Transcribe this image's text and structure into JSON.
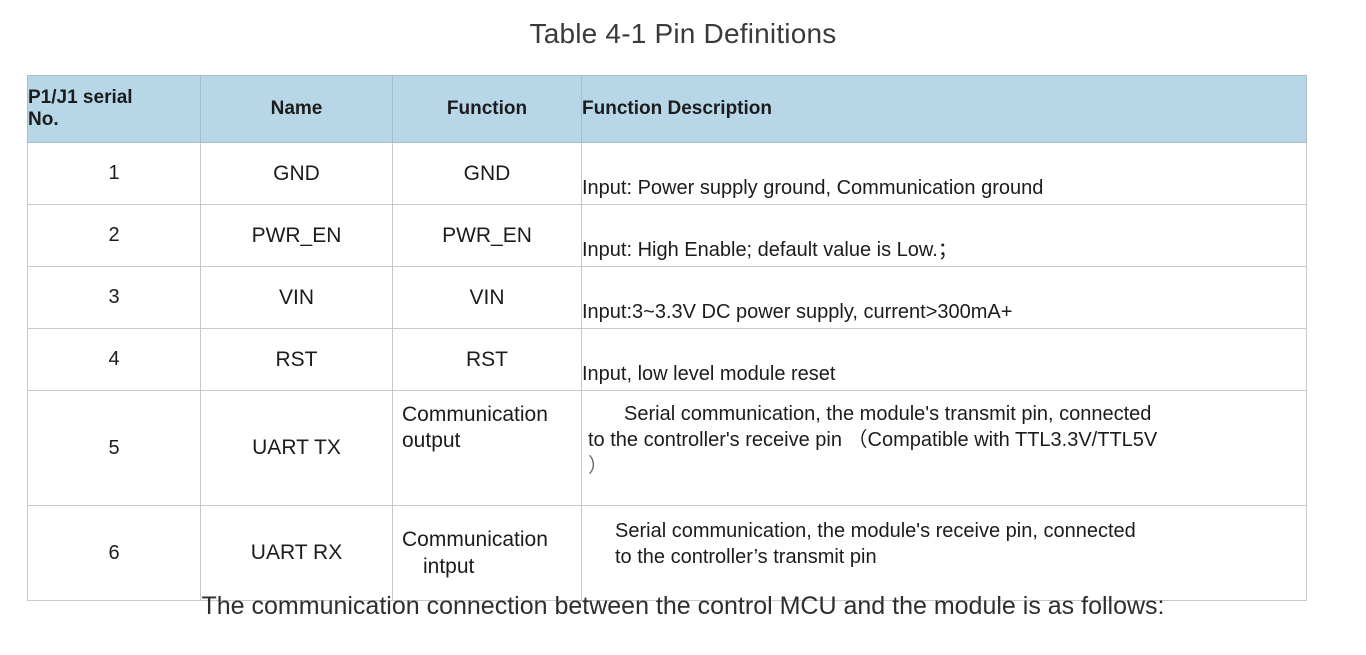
{
  "document": {
    "title": "Table 4-1 Pin Definitions",
    "caption": "The communication connection between the control MCU and the module is as follows:"
  },
  "table": {
    "headers": {
      "serial_no": "P1/J1 serial No.",
      "serial_no_line1": "P1/J1 serial",
      "serial_no_line2": "No.",
      "name": "Name",
      "function": "Function",
      "description": "Function Description"
    },
    "rows": [
      {
        "no": "1",
        "name": "GND",
        "function": "GND",
        "description": "Input: Power supply ground, Communication ground"
      },
      {
        "no": "2",
        "name": "PWR_EN",
        "function": "PWR_EN",
        "description": "Input: High Enable; default value is Low.；"
      },
      {
        "no": "3",
        "name": "VIN",
        "function": "VIN",
        "description": "Input:3~3.3V DC power supply, current>300mA+"
      },
      {
        "no": "4",
        "name": "RST",
        "function": "RST",
        "description": "Input, low level module reset"
      },
      {
        "no": "5",
        "name": "UART TX",
        "function": "Communication output",
        "function_line1": "Communication",
        "function_line2": "output",
        "description": "Serial communication, the module's transmit  pin, connected to the controller's receive pin （Compatible with TTL3.3V/TTL5V）",
        "description_line1": "Serial communication, the module's transmit  pin, connected",
        "description_line2": "to the controller's receive pin （Compatible with TTL3.3V/TTL5V",
        "description_line3": "）"
      },
      {
        "no": "6",
        "name": "UART RX",
        "function": "Communication intput",
        "function_line1": "Communication",
        "function_line2": "intput",
        "description": "Serial communication, the module's receive pin, connected to the controller’s transmit pin",
        "description_line1": "Serial communication, the module's receive pin, connected",
        "description_line2": "to the controller’s transmit pin"
      }
    ]
  },
  "colors": {
    "header_fill": "#b7d7e8",
    "header_border": "#a9bdc7",
    "grid_line": "#c9c9c9",
    "text": "#1c1c1c",
    "page_background": "#ffffff"
  }
}
